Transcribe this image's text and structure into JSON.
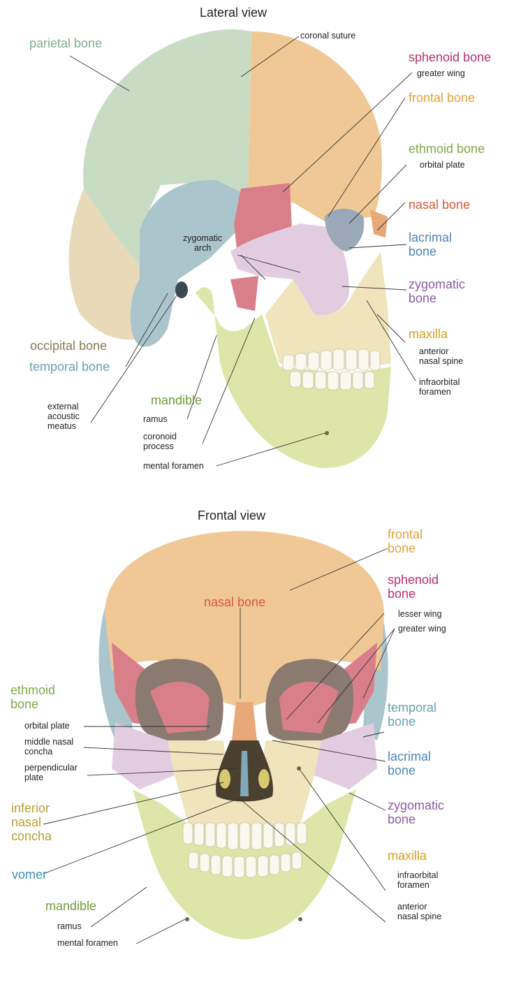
{
  "lateral": {
    "title": "Lateral view",
    "labels": {
      "parietal": "parietal bone",
      "coronal": "coronal suture",
      "sphenoid": "sphenoid bone",
      "sphenoid_wing": "greater wing",
      "frontal": "frontal bone",
      "ethmoid": "ethmoid bone",
      "ethmoid_plate": "orbital plate",
      "nasal": "nasal bone",
      "lacrimal_1": "lacrimal",
      "lacrimal_2": "bone",
      "zygomatic_arch_1": "zygomatic",
      "zygomatic_arch_2": "arch",
      "zygomatic_1": "zygomatic",
      "zygomatic_2": "bone",
      "maxilla": "maxilla",
      "ans_1": "anterior",
      "ans_2": "nasal spine",
      "infra_1": "infraorbital",
      "infra_2": "foramen",
      "occipital": "occipital bone",
      "temporal": "temporal bone",
      "eam_1": "external",
      "eam_2": "acoustic",
      "eam_3": "meatus",
      "mandible": "mandible",
      "ramus": "ramus",
      "coronoid_1": "coronoid",
      "coronoid_2": "process",
      "mental": "mental foramen"
    }
  },
  "frontal": {
    "title": "Frontal view",
    "labels": {
      "frontal_1": "frontal",
      "frontal_2": "bone",
      "sphenoid_1": "sphenoid",
      "sphenoid_2": "bone",
      "lesser_wing": "lesser wing",
      "greater_wing": "greater wing",
      "nasal": "nasal bone",
      "ethmoid_1": "ethmoid",
      "ethmoid_2": "bone",
      "orbital_plate": "orbital plate",
      "mnc_1": "middle nasal",
      "mnc_2": "concha",
      "perp_1": "perpendicular",
      "perp_2": "plate",
      "temporal_1": "temporal",
      "temporal_2": "bone",
      "lacrimal_1": "lacrimal",
      "lacrimal_2": "bone",
      "zygomatic_1": "zygomatic",
      "zygomatic_2": "bone",
      "inc_1": "inferior",
      "inc_2": "nasal",
      "inc_3": "concha",
      "maxilla": "maxilla",
      "infra_1": "infraorbital",
      "infra_2": "foramen",
      "vomer": "vomer",
      "ans_1": "anterior",
      "ans_2": "nasal spine",
      "mandible": "mandible",
      "ramus": "ramus",
      "mental": "mental foramen"
    }
  },
  "colors": {
    "parietal": "#c8dcc4",
    "frontal": "#f0c896",
    "sphenoid": "#d97f8a",
    "temporal": "#aac6cc",
    "zygomatic": "#e2cde0",
    "maxilla": "#f0e4bc",
    "mandible": "#dde6a8",
    "occipital": "#e8d9b8",
    "nasal": "#e8a878",
    "ethmoid": "#c4d8a8",
    "lacrimal": "#b8c8dc",
    "teeth": "#fbf8ef"
  }
}
